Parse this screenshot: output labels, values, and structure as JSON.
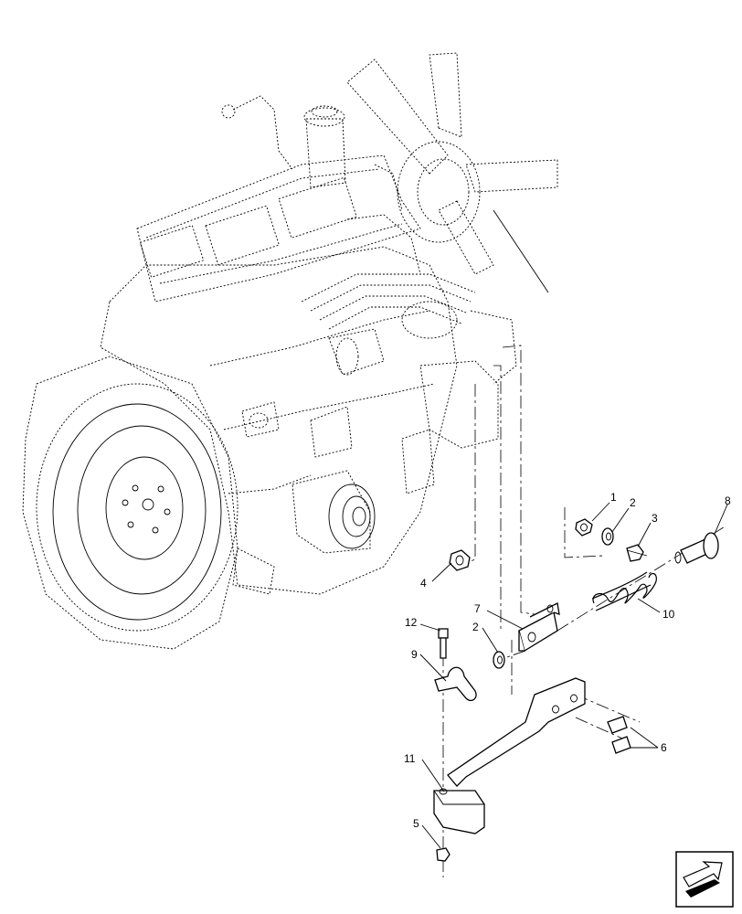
{
  "diagram": {
    "callouts": [
      {
        "id": "c1",
        "text": "1"
      },
      {
        "id": "c2a",
        "text": "2"
      },
      {
        "id": "c3",
        "text": "3"
      },
      {
        "id": "c4",
        "text": "4"
      },
      {
        "id": "c5",
        "text": "5"
      },
      {
        "id": "c6",
        "text": "6"
      },
      {
        "id": "c7",
        "text": "7"
      },
      {
        "id": "c8",
        "text": "8"
      },
      {
        "id": "c9",
        "text": "9"
      },
      {
        "id": "c10",
        "text": "10"
      },
      {
        "id": "c11",
        "text": "11"
      },
      {
        "id": "c12",
        "text": "12"
      },
      {
        "id": "c2b",
        "text": "2"
      }
    ],
    "nav_icon": "next-page-arrow-icon"
  }
}
